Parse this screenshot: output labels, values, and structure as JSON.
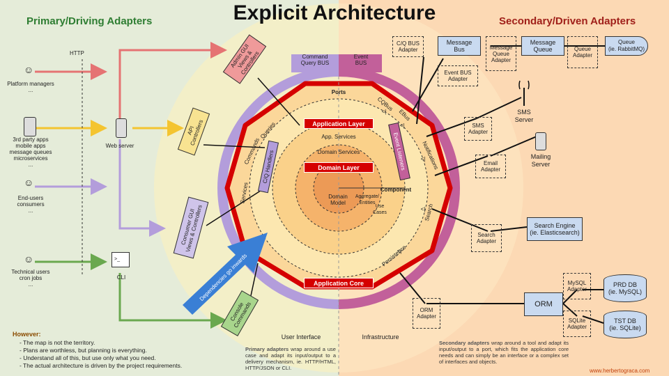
{
  "title": "Explicit Architecture",
  "headers": {
    "primary": "Primary/Driving Adapters",
    "secondary": "Secondary/Driven Adapters"
  },
  "left": {
    "http": "HTTP",
    "actors": [
      {
        "label": "Platform managers\n..."
      },
      {
        "label": "3rd party apps\nmobile apps\nmessage queues\nmicroservices\n..."
      },
      {
        "label": "End-users\nconsumers\n..."
      },
      {
        "label": "Technical users\ncron jobs\n..."
      }
    ],
    "web_server": "Web server",
    "cli": "CLI",
    "cli_prompt": ">_"
  },
  "primary_adapters": {
    "admin_gui": "Admin GUI\nViews & Controllers",
    "api": "API\nControllers",
    "consumer_gui": "Consumer GUI\nViews & Controllers",
    "console": "Console\nCommands"
  },
  "buses": {
    "command_query": "Command\nQuery BUS",
    "event": "Event\nBUS"
  },
  "core": {
    "ports": "Ports",
    "application_layer": "Application Layer",
    "app_services": "App. Services",
    "domain_services": "Domain Services",
    "domain_layer": "Domain Layer",
    "domain_model": "Domain\nModel",
    "aggregate": "Aggregate/\nEntities",
    "component": "Component",
    "use_cases": "Use\nCases",
    "application_core": "Application Core",
    "co_handlers": "C/Q Handlers",
    "event_listeners": "Event Listeners",
    "queries": "Queries",
    "commands": "Commands",
    "services": "Services",
    "cqbus": "CQBus",
    "ebus": "EBus",
    "notifications": "Notifications",
    "search": "Search",
    "persistence": "Persistence",
    "arrow_glyph": "<|",
    "dependencies": "Dependencies go inwards"
  },
  "right": {
    "cq_bus_adapter": "C/Q BUS\nAdapter",
    "message_bus": "Message\nBus",
    "message_queue_adapter": "Message\nQueue\nAdapter",
    "message_queue": "Message\nQueue",
    "queue_adapter": "Queue\nAdapter",
    "queue": "Queue\n(ie. RabbitMQ)",
    "event_bus_adapter": "Event BUS\nAdapter",
    "sms_server": "SMS\nServer",
    "sms_adapter": "SMS\nAdapter",
    "email_adapter": "Email\nAdapter",
    "mailing_server": "Mailing\nServer",
    "search_adapter": "Search\nAdapter",
    "search_engine": "Search Engine\n(ie. Elasticsearch)",
    "orm_adapter": "ORM\nAdapter",
    "orm": "ORM",
    "mysql_adapter": "MySQL\nAdapter",
    "sqlite_adapter": "SQLite\nAdapter",
    "prd_db": "PRD DB\n(ie. MySQL)",
    "tst_db": "TST DB\n(ie. SQLite)"
  },
  "bottom": {
    "user_interface": "User Interface",
    "infrastructure": "Infrastructure",
    "however_title": "However:",
    "however_items": [
      "- The map is not the territory.",
      "- Plans are worthless, but planning is everything.",
      "- Understand all of this, but use only what you need.",
      "- The actual architecture is driven by the project requirements."
    ],
    "primary_note_bold": "Primary adapters",
    "primary_note": " wrap around a use case and adapt its input/output to a delivery mechanism, ie. HTTP/HTML, HTTP/JSON or CLI.",
    "secondary_note_bold": "Secondary adapters",
    "secondary_note": " wrap around a tool and adapt its input/output to a port, which fits the application core needs and can simply be an interface or a complex set of interfaces and objects.",
    "credit": "www.herbertograca.com"
  },
  "colors": {
    "red": "#d50000",
    "purple": "#b39ddb",
    "magenta": "#c2609a",
    "arrow_red": "#e57373",
    "arrow_yellow": "#f4c430",
    "arrow_purple": "#b39ddb",
    "arrow_green": "#6aa84f",
    "blue": "#3a7fd5"
  }
}
